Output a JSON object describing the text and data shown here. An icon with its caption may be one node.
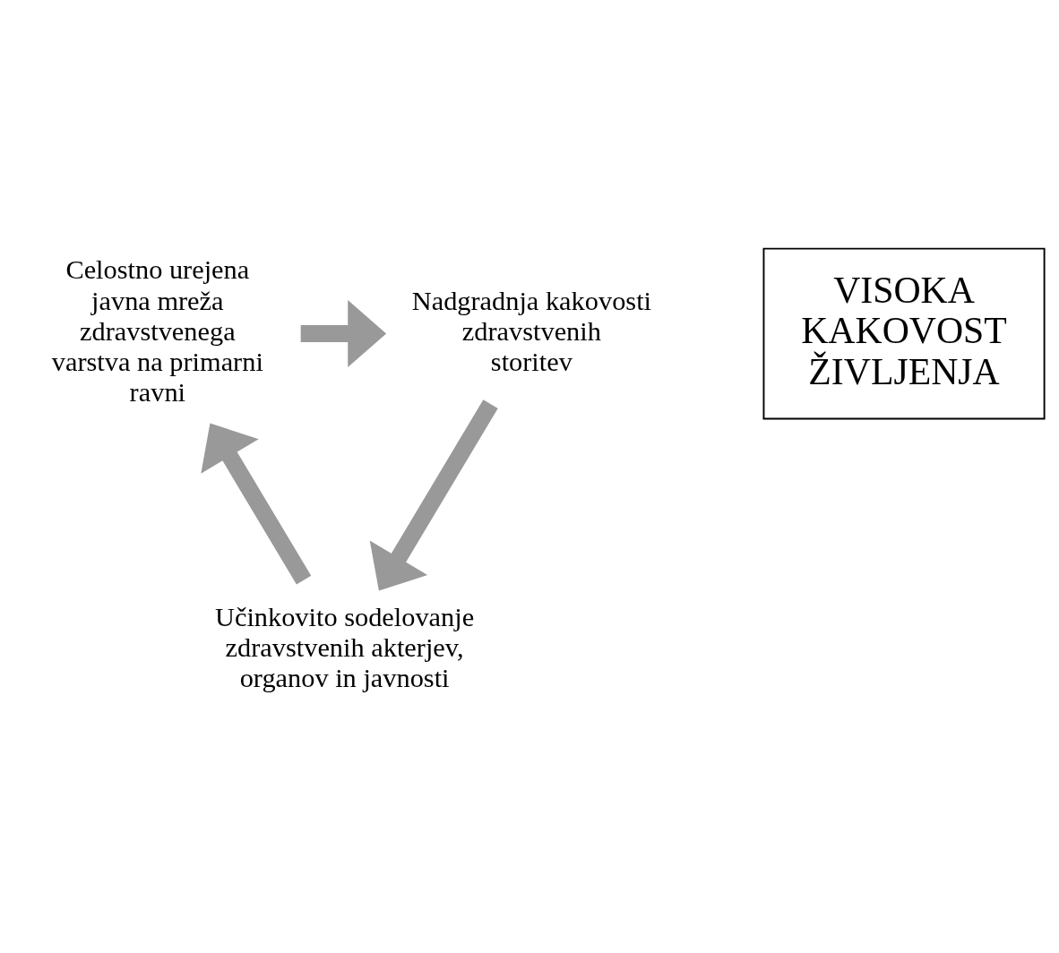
{
  "diagram": {
    "nodes": [
      {
        "text": [
          "Celostno urejena javna mreža zdravstvenega varstva na primarni ravni"
        ]
      },
      {
        "text": [
          "Nadgradnja kakovosti zdravstvenih storitev"
        ]
      },
      {
        "text": [
          "VISOKA KAKOVOST ŽIVLJENJA"
        ]
      },
      {
        "text": [
          "Učinkovito sodelovanje zdravstvenih akterjev, organov in javnosti"
        ]
      }
    ],
    "edges": [
      {
        "from": 0,
        "to": 1,
        "arrow": "to"
      },
      {
        "from": 1,
        "to": 3,
        "arrow": "to"
      },
      {
        "from": 3,
        "to": 0,
        "arrow": "to"
      }
    ]
  }
}
